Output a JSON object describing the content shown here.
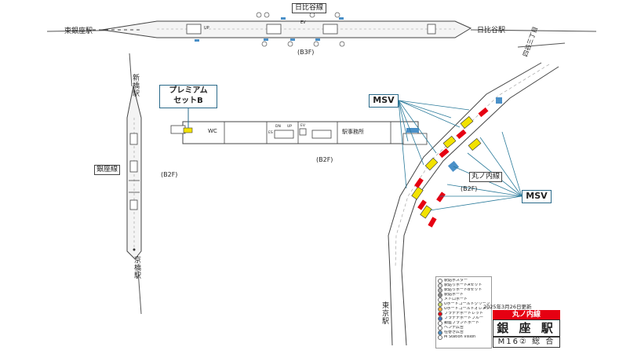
{
  "top_section": {
    "line_label": "日比谷線",
    "left_station": "東銀座駅",
    "right_station": "日比谷駅",
    "floor": "(B3F)",
    "elevator": "EV",
    "up": "UP"
  },
  "left_section": {
    "top_station": "新橋駅",
    "line_label": "銀座線",
    "bottom_station": "京橋駅",
    "floor": "(B2F)"
  },
  "middle_section": {
    "premium_label": "プレミアム\nセットB",
    "wc": "WC",
    "office": "駅事務所",
    "floor": "(B2F)",
    "es": "ES",
    "ev": "EV",
    "dn": "DN",
    "up": "UP"
  },
  "right_section": {
    "msv_top": "MSV",
    "msv_bottom": "MSV",
    "line_label": "丸ノ内線",
    "floor": "(B2F)",
    "top_station": "四谷三丁目",
    "bottom_station": "東京駅"
  },
  "legend": {
    "items": [
      {
        "label": "駅貼ポスター",
        "color": "#ffffff"
      },
      {
        "label": "駅貼りボードAセット",
        "color": "#dddddd"
      },
      {
        "label": "駅貼りボードBセット",
        "color": "#bbbbbb"
      },
      {
        "label": "駅貼ボード",
        "color": "#888888"
      },
      {
        "label": "メトロボード",
        "color": "#ffffff"
      },
      {
        "label": "Uボードゴールドグリーン",
        "color": "#c8d86a"
      },
      {
        "label": "Uボードゴールドオレンジ",
        "color": "#f0b040"
      },
      {
        "label": "プラチナボードレッド",
        "color": "#e60012"
      },
      {
        "label": "プラチナボードブルー",
        "color": "#3a6fc0"
      },
      {
        "label": "銀座ブランドボード",
        "color": "#ffffff"
      },
      {
        "label": "ベンチ広告",
        "color": "#ffffff"
      },
      {
        "label": "柱巻き広告",
        "color": "#4a90c8"
      },
      {
        "label": "M Station Vision",
        "color": "#ffffff"
      }
    ]
  },
  "name_card": {
    "updated": "2025年3月26日更新",
    "line_name": "丸ノ内線",
    "station": "銀 座 駅",
    "code": "M16② 総 合"
  },
  "colors": {
    "line_teal": "#2a7a9a",
    "platinum_red": "#e60012",
    "gold_yellow": "#f2e200",
    "pillar_blue": "#4a90c8"
  }
}
